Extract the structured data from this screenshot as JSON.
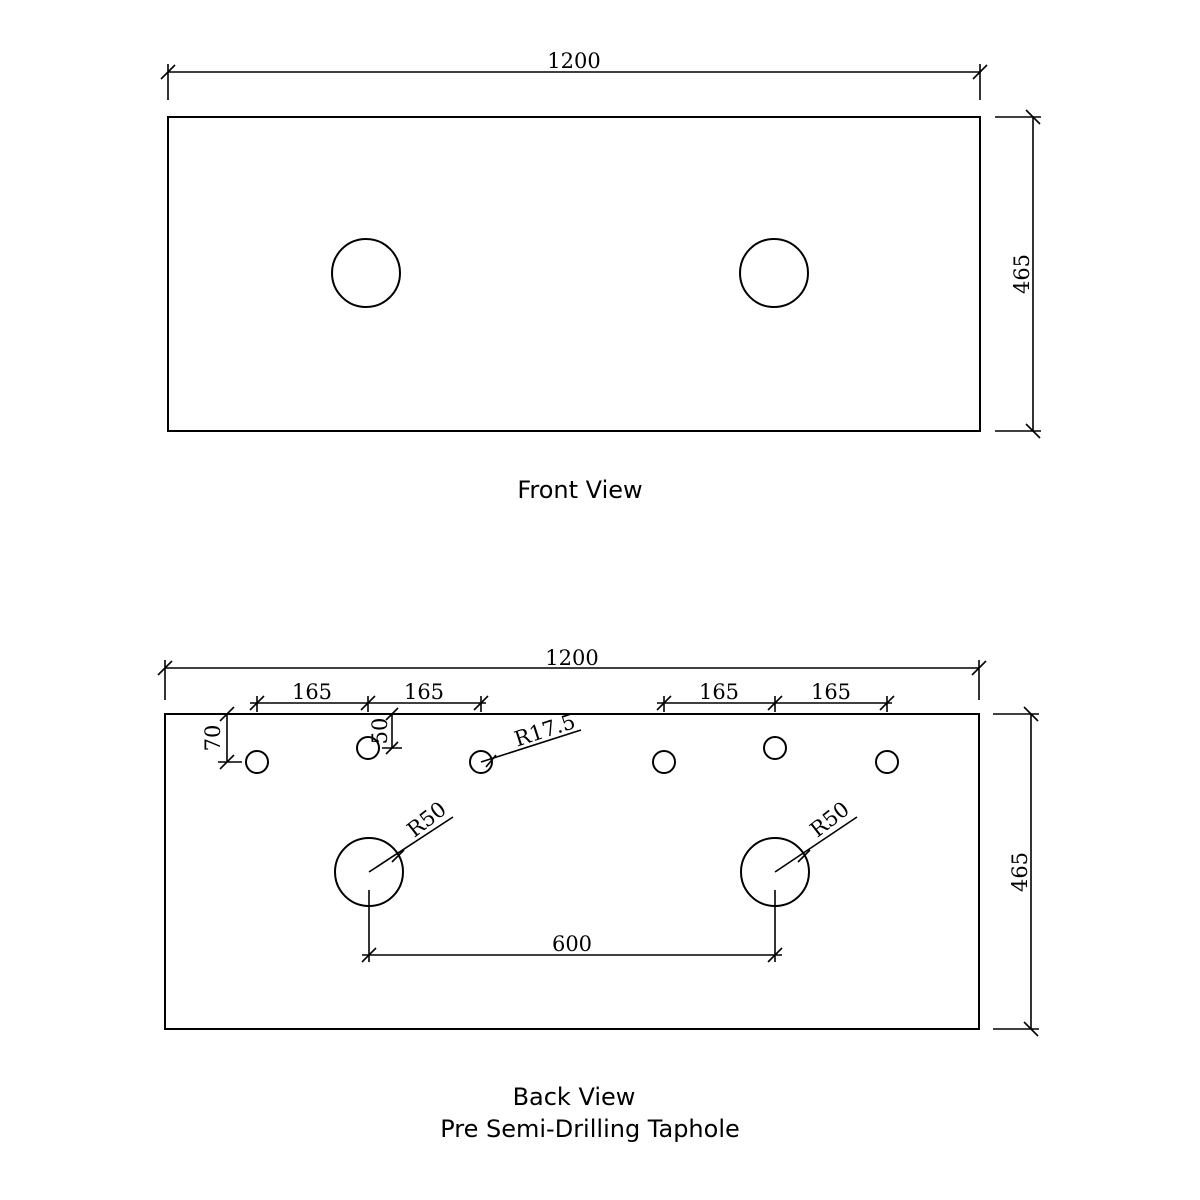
{
  "front_view": {
    "caption": "Front View",
    "width_label": "1200",
    "height_label": "465"
  },
  "back_view": {
    "caption_line1": "Back View",
    "caption_line2": "Pre Semi-Drilling Taphole",
    "width_label": "1200",
    "height_label": "465",
    "tap_spacing_labels": [
      "165",
      "165",
      "165",
      "165"
    ],
    "top_offset_label": "70",
    "middle_offset_label": "50",
    "taphole_radius_label": "R17.5",
    "basin_radius_labels": [
      "R50",
      "R50"
    ],
    "basin_spacing_label": "600"
  },
  "colors": {
    "line": "#000000",
    "background": "#ffffff"
  }
}
